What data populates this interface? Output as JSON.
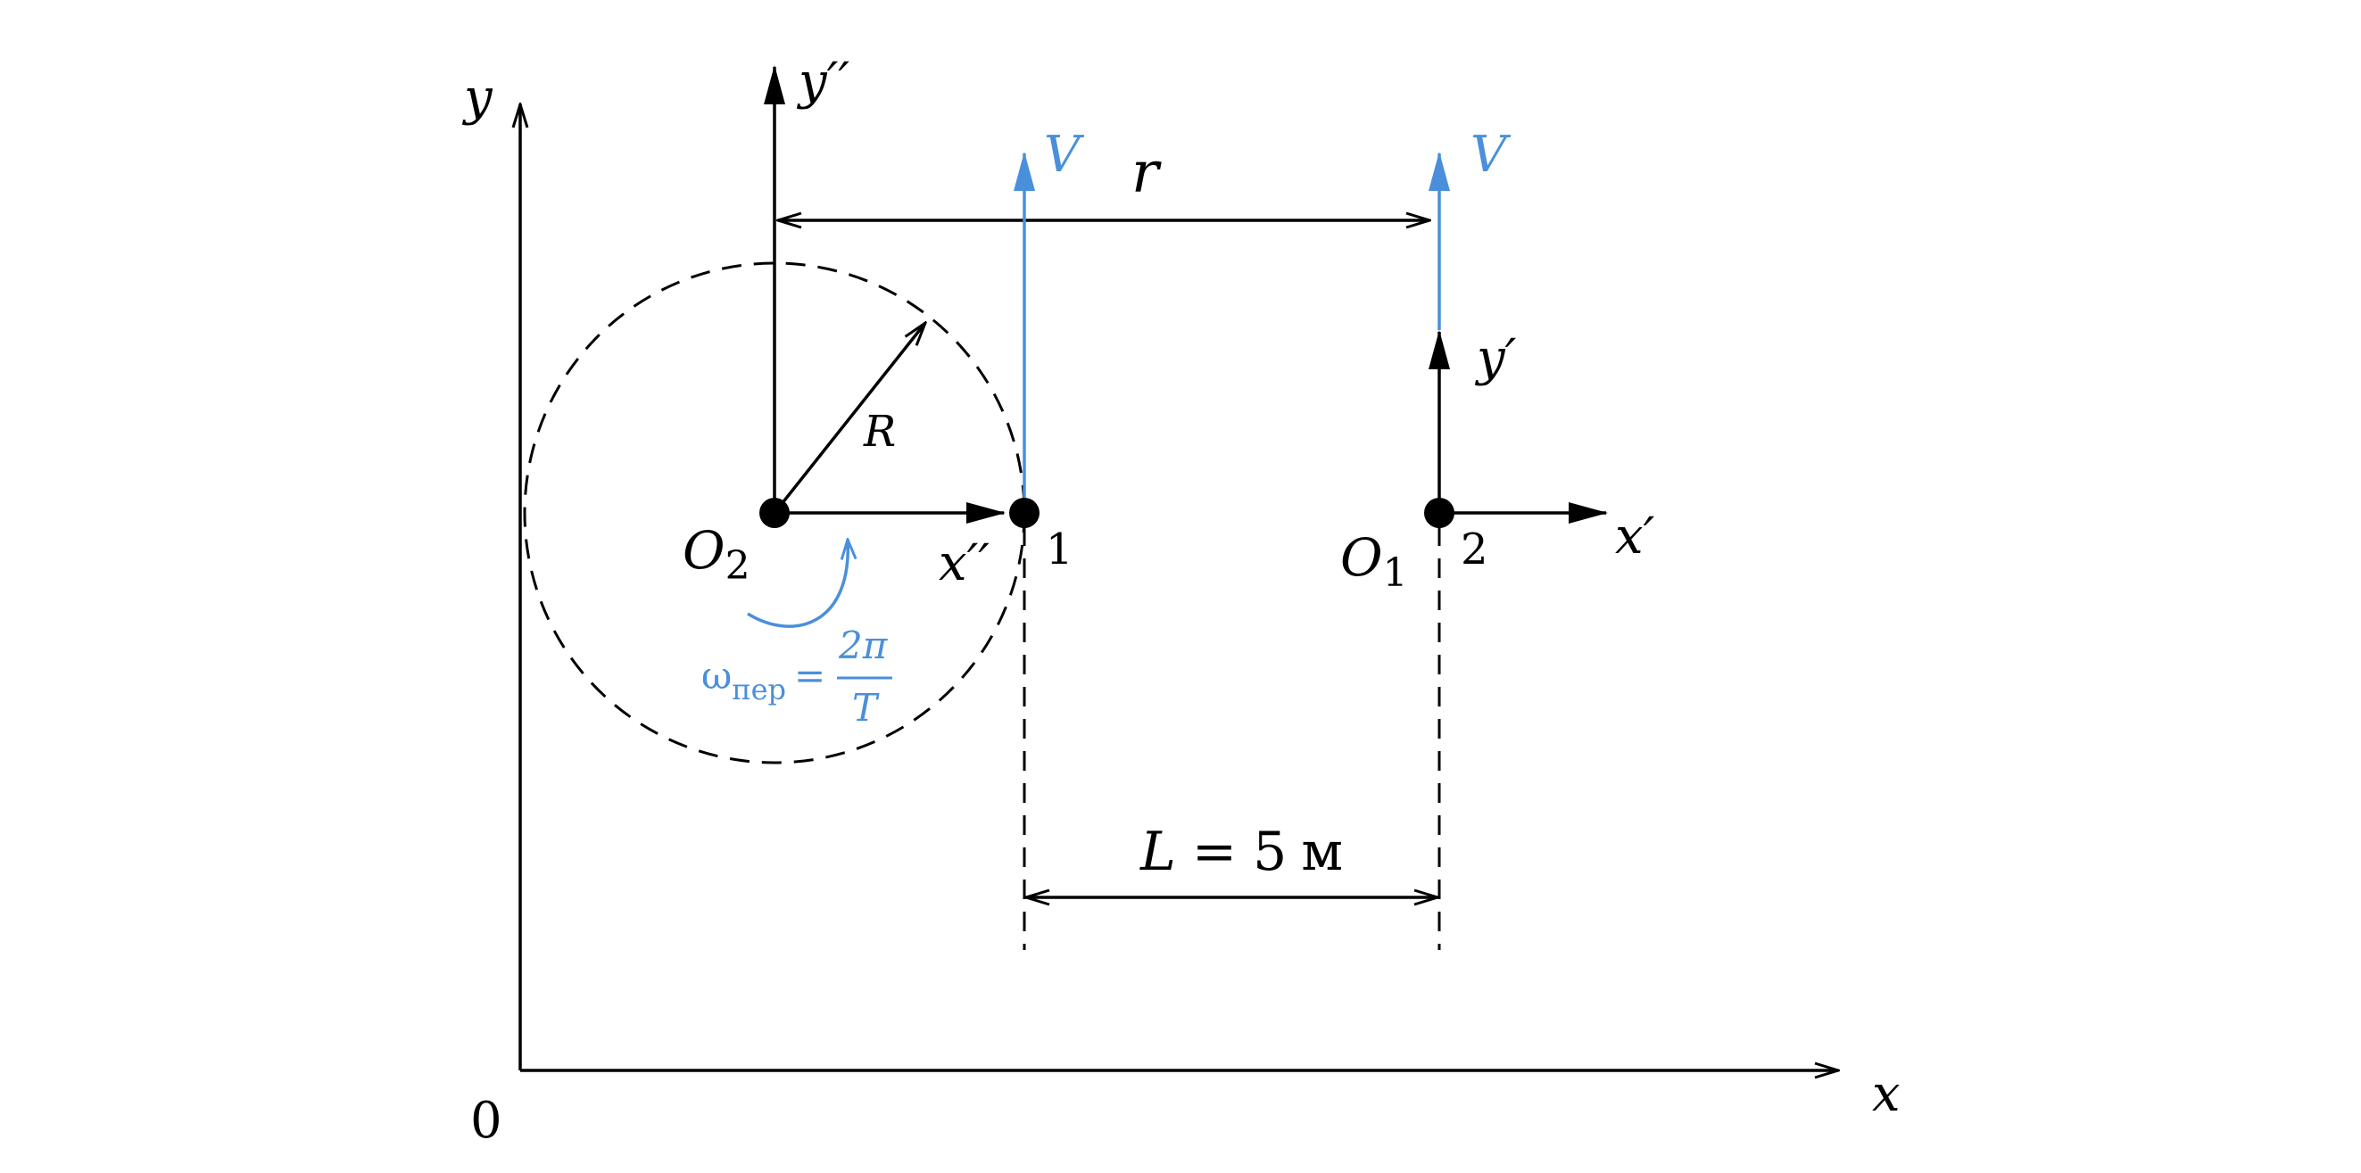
{
  "axes": {
    "main_x": "x",
    "main_y": "y",
    "origin": "0",
    "moving_x": "x′′",
    "moving_y": "y′′",
    "frame1_x": "x′",
    "frame1_y": "y′"
  },
  "points": {
    "o2": "O",
    "o2_sub": "2",
    "o1": "O",
    "o1_sub": "1",
    "p1": "1",
    "p2": "2"
  },
  "vectors": {
    "v1": "V",
    "v2": "V",
    "radius": "R",
    "distance": "r"
  },
  "omega": {
    "symbol": "ω",
    "sub": "пер",
    "eq": "=",
    "num": "2π",
    "den": "T"
  },
  "dimension": {
    "L": "L",
    "eq": "=",
    "value": "5",
    "unit": "м"
  },
  "colors": {
    "ink": "#000000",
    "accent": "#4a8fdb"
  }
}
